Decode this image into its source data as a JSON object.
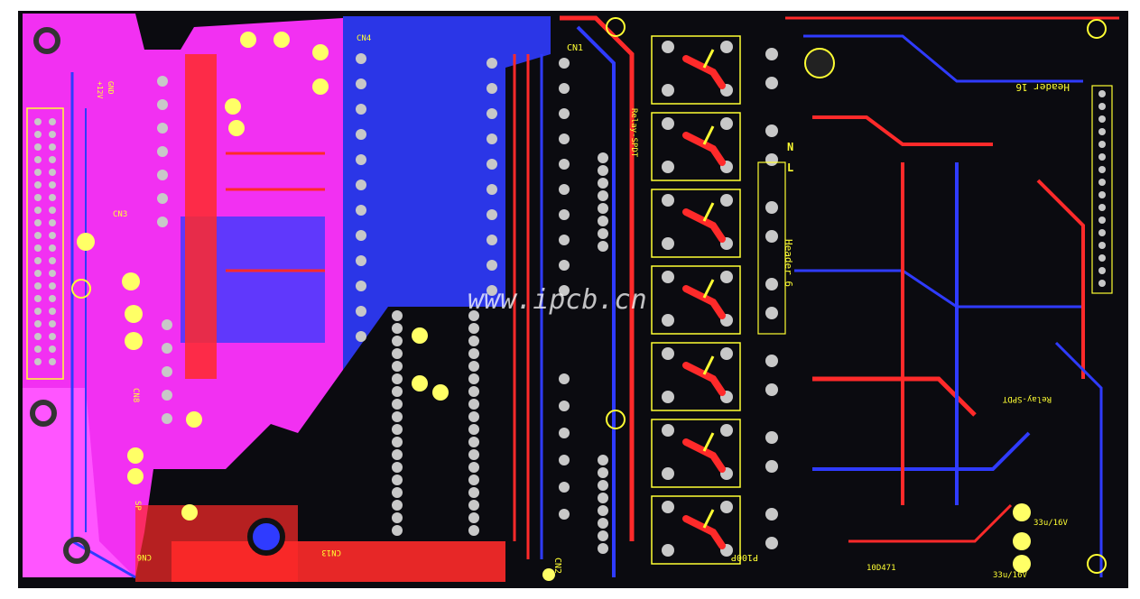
{
  "watermark": "www.ipcb.cn",
  "labels": {
    "cn1": "CN1",
    "cn2": "CN2",
    "cn3": "CN3",
    "cn4": "CN4",
    "cn6": "CN6",
    "cn8": "CN8",
    "cn13": "CN13",
    "header6": "Header 6",
    "header16": "Header 16",
    "p100p": "P100P",
    "relay_spdt": "Relay-SPDT",
    "relay_spdt_r": "Relay-SPDT",
    "r_10d471": "10D471",
    "cap_33v": "33u/16V",
    "cap_33v_b": "33u/16V",
    "n_mark": "N",
    "l_mark": "L",
    "sp_label": "SP",
    "gnd_label": "GND",
    "v12_label": "+12V"
  },
  "colors": {
    "board": "#0b0b10",
    "magenta": "#ff33ff",
    "top_copper": "#ff2a2a",
    "bottom_copper": "#2f3bff",
    "silk": "#ffff33",
    "pad": "#c8c8c8",
    "white": "#ffffff"
  }
}
